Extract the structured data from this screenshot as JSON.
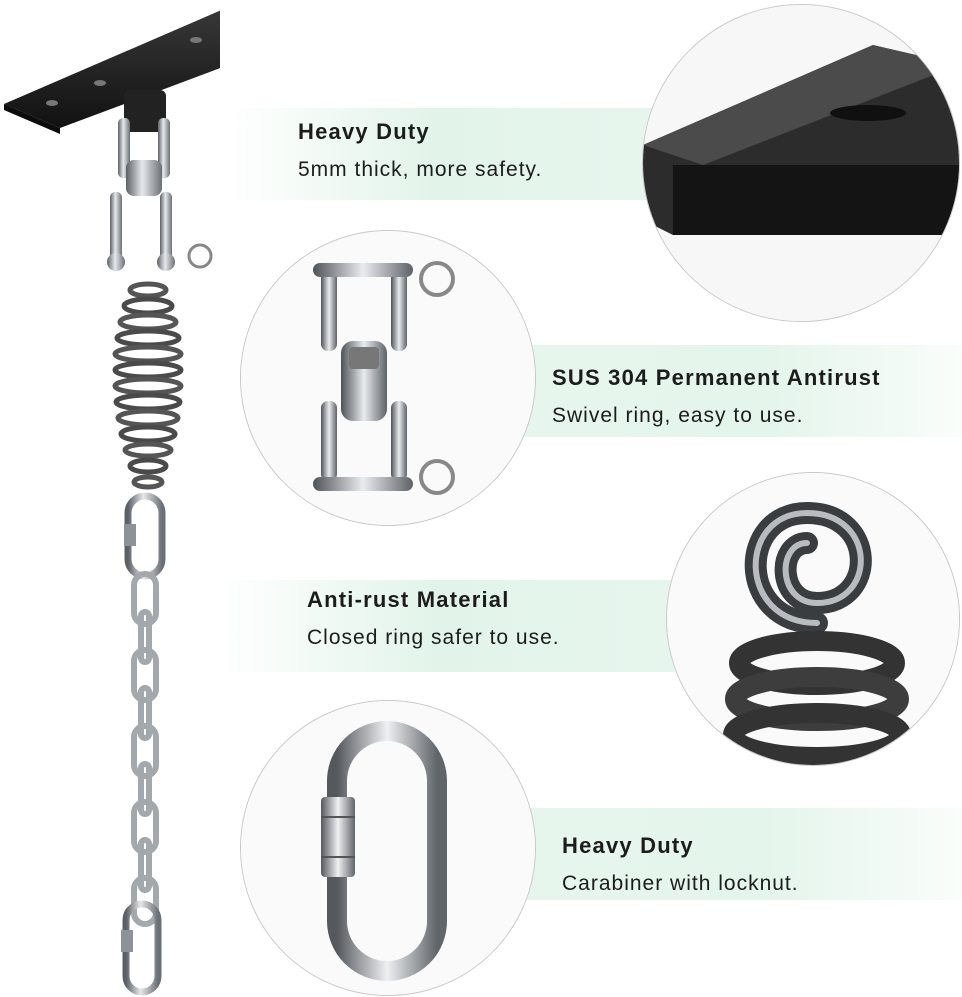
{
  "features": [
    {
      "title": "Heavy Duty",
      "desc": "5mm thick, more safety."
    },
    {
      "title": "SUS 304 Permanent Antirust",
      "desc": "Swivel ring, easy to use."
    },
    {
      "title": "Anti-rust Material",
      "desc": "Closed ring safer to use."
    },
    {
      "title": "Heavy Duty",
      "desc": "Carabiner with locknut."
    }
  ],
  "colors": {
    "band": "#e4f5eb",
    "plate": "#1e1e1e",
    "steel": "#9aa0a6",
    "text": "#1c1c1c"
  }
}
